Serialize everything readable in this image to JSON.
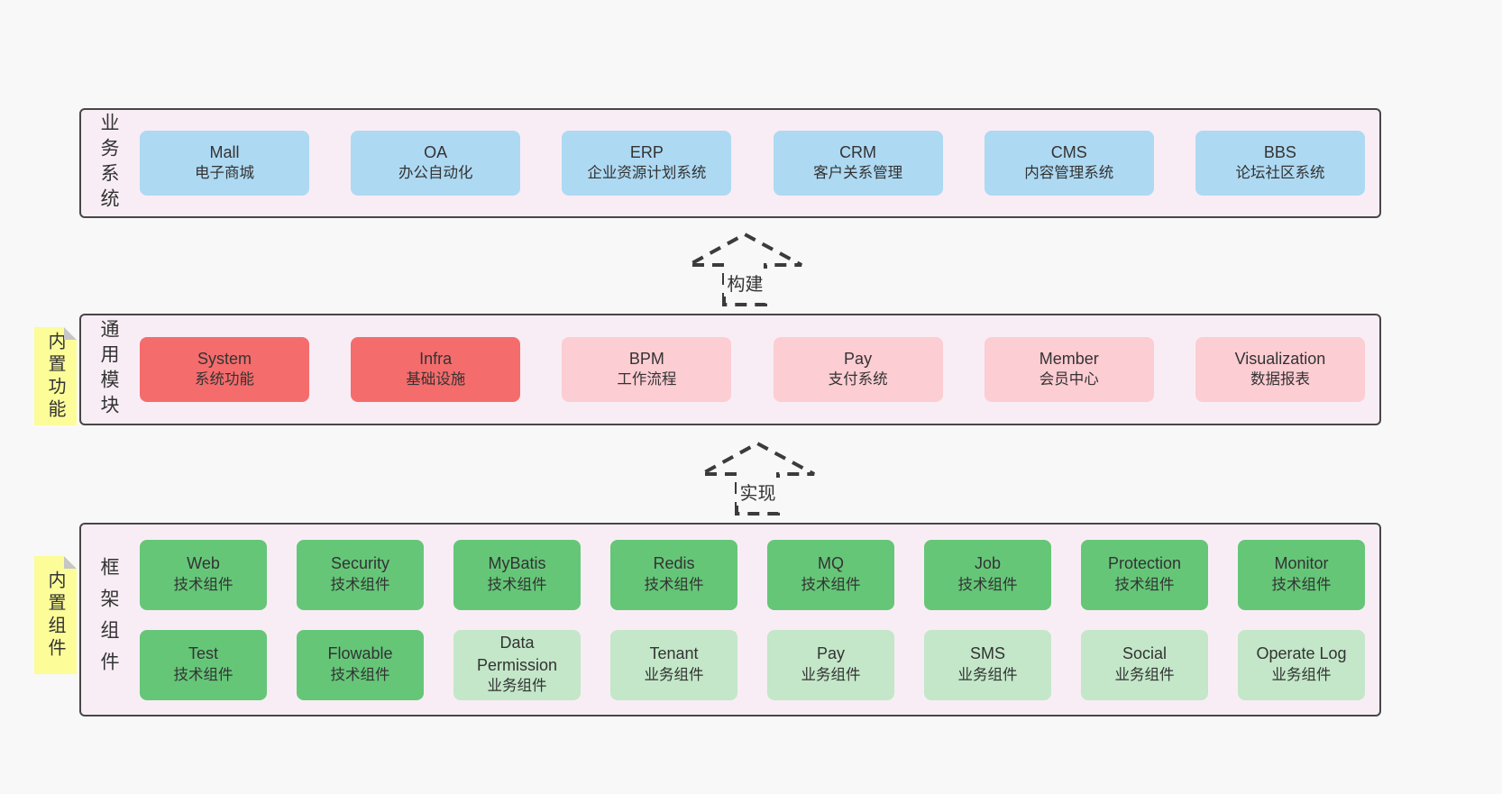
{
  "colors": {
    "blue": "#aed9f2",
    "red": "#f56c6c",
    "pink": "#fccdd3",
    "green": "#65c678",
    "lightgreen": "#c3e7c8",
    "container_bg": "#f8edf5",
    "tag_yellow": "#fcfc99",
    "border": "#474747",
    "text": "#333333",
    "page_bg": "#f8f8f8"
  },
  "arrows": {
    "build": {
      "label": "构建"
    },
    "implement": {
      "label": "实现"
    }
  },
  "sections": {
    "business": {
      "label": "业务系统",
      "rows": [
        [
          {
            "title": "Mall",
            "subtitle": "电子商城",
            "variant": "blue"
          },
          {
            "title": "OA",
            "subtitle": "办公自动化",
            "variant": "blue"
          },
          {
            "title": "ERP",
            "subtitle": "企业资源计划系统",
            "variant": "blue"
          },
          {
            "title": "CRM",
            "subtitle": "客户关系管理",
            "variant": "blue"
          },
          {
            "title": "CMS",
            "subtitle": "内容管理系统",
            "variant": "blue"
          },
          {
            "title": "BBS",
            "subtitle": "论坛社区系统",
            "variant": "blue"
          }
        ]
      ]
    },
    "modules": {
      "label": "通用模块",
      "tag": "内置功能",
      "rows": [
        [
          {
            "title": "System",
            "subtitle": "系统功能",
            "variant": "red"
          },
          {
            "title": "Infra",
            "subtitle": "基础设施",
            "variant": "red"
          },
          {
            "title": "BPM",
            "subtitle": "工作流程",
            "variant": "pink"
          },
          {
            "title": "Pay",
            "subtitle": "支付系统",
            "variant": "pink"
          },
          {
            "title": "Member",
            "subtitle": "会员中心",
            "variant": "pink"
          },
          {
            "title": "Visualization",
            "subtitle": "数据报表",
            "variant": "pink"
          }
        ]
      ]
    },
    "components": {
      "label": "框架组件",
      "tag": "内置组件",
      "rows": [
        [
          {
            "title": "Web",
            "subtitle": "技术组件",
            "variant": "green"
          },
          {
            "title": "Security",
            "subtitle": "技术组件",
            "variant": "green"
          },
          {
            "title": "MyBatis",
            "subtitle": "技术组件",
            "variant": "green"
          },
          {
            "title": "Redis",
            "subtitle": "技术组件",
            "variant": "green"
          },
          {
            "title": "MQ",
            "subtitle": "技术组件",
            "variant": "green"
          },
          {
            "title": "Job",
            "subtitle": "技术组件",
            "variant": "green"
          },
          {
            "title": "Protection",
            "subtitle": "技术组件",
            "variant": "green"
          },
          {
            "title": "Monitor",
            "subtitle": "技术组件",
            "variant": "green"
          }
        ],
        [
          {
            "title": "Test",
            "subtitle": "技术组件",
            "variant": "green"
          },
          {
            "title": "Flowable",
            "subtitle": "技术组件",
            "variant": "green"
          },
          {
            "title": "Data Permission",
            "subtitle": "业务组件",
            "variant": "lightgreen"
          },
          {
            "title": "Tenant",
            "subtitle": "业务组件",
            "variant": "lightgreen"
          },
          {
            "title": "Pay",
            "subtitle": "业务组件",
            "variant": "lightgreen"
          },
          {
            "title": "SMS",
            "subtitle": "业务组件",
            "variant": "lightgreen"
          },
          {
            "title": "Social",
            "subtitle": "业务组件",
            "variant": "lightgreen"
          },
          {
            "title": "Operate Log",
            "subtitle": "业务组件",
            "variant": "lightgreen"
          }
        ]
      ]
    }
  }
}
